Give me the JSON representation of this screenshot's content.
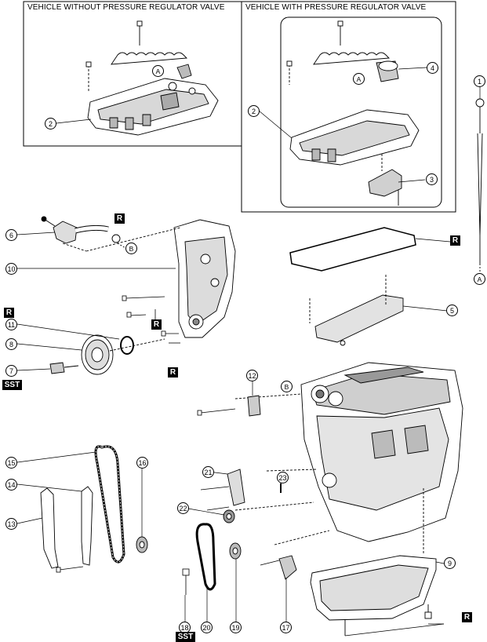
{
  "frames": {
    "without_regulator": "VEHICLE WITHOUT PRESSURE REGULATOR VALVE",
    "with_regulator": "VEHICLE WITH PRESSURE REGULATOR VALVE"
  },
  "callouts": {
    "c1": "1",
    "c2a": "2",
    "c2b": "2",
    "c3": "3",
    "c4": "4",
    "c5": "5",
    "c6": "6",
    "c7": "7",
    "c8": "8",
    "c9": "9",
    "c10": "10",
    "c11": "11",
    "c12": "12",
    "c13": "13",
    "c14": "14",
    "c15": "15",
    "c16": "16",
    "c17": "17",
    "c18": "18",
    "c19": "19",
    "c20": "20",
    "c21": "21",
    "c22": "22",
    "c23": "23",
    "lA1": "A",
    "lA2": "A",
    "lA3": "A",
    "lB1": "B",
    "lB2": "B"
  },
  "badges": {
    "r1": "R",
    "r2": "R",
    "r3": "R",
    "r4": "R",
    "r5": "R",
    "r6": "R",
    "sst1": "SST",
    "sst2": "SST"
  },
  "colors": {
    "line": "#000000",
    "part_fill": "#ffffff",
    "shade": "#9a9a9a",
    "badge": "#000000"
  }
}
